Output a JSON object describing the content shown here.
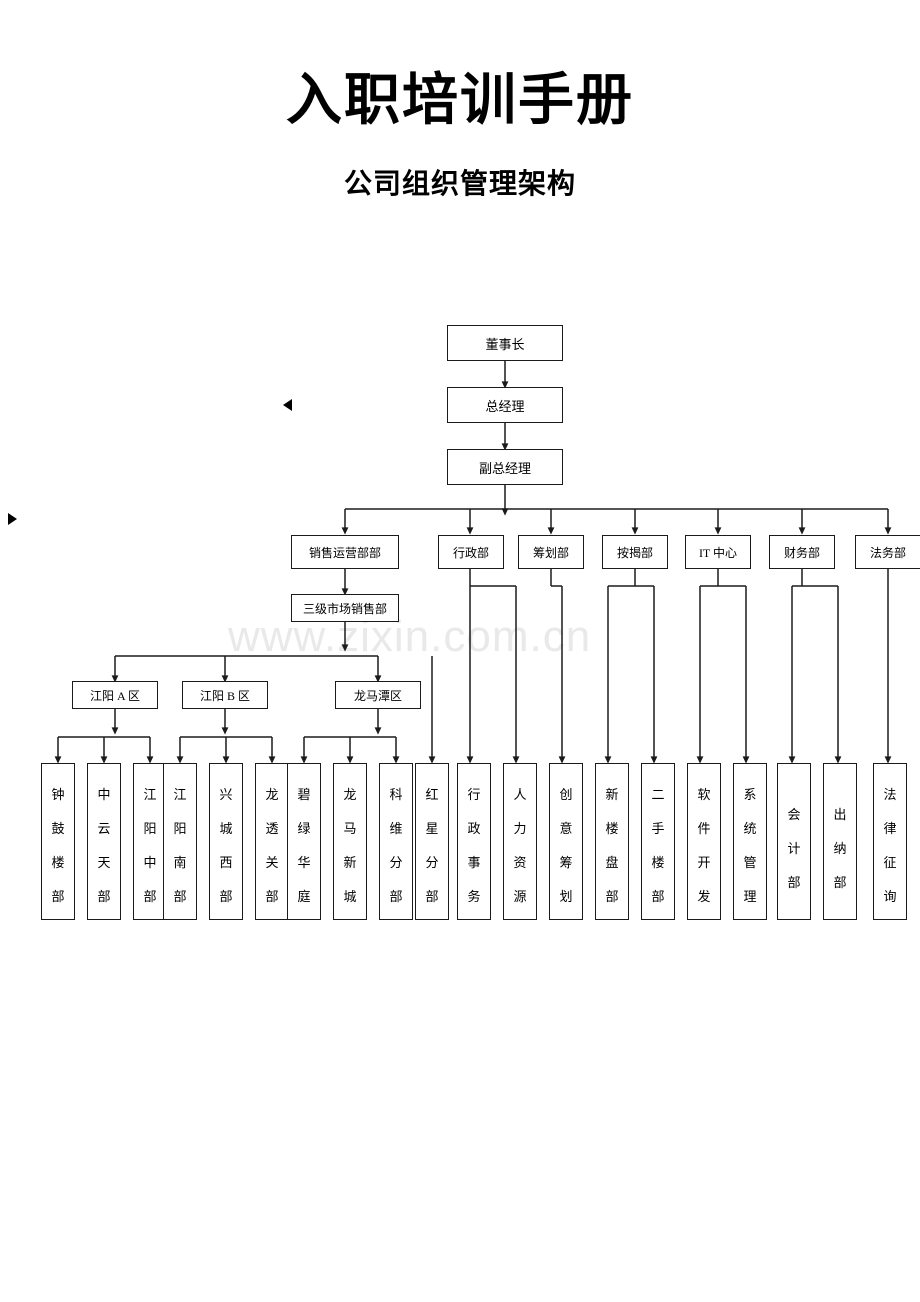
{
  "document": {
    "title": "入职培训手册",
    "subtitle": "公司组织管理架构"
  },
  "watermark": {
    "text": "www.zixin.com.cn",
    "color": "#e9e9ea"
  },
  "chart_data": {
    "type": "diagram",
    "title": "公司组织管理架构",
    "orientation": "top-down",
    "line_color": "#1b1b1b",
    "node_fill": "#ffffff",
    "levels": [
      {
        "name": "executive",
        "labels": [
          "董事长",
          "总经理",
          "副总经理"
        ]
      },
      {
        "name": "departments",
        "labels": [
          "销售运营部部",
          "行政部",
          "筹划部",
          "按揭部",
          "IT 中心",
          "财务部",
          "法务部"
        ]
      },
      {
        "name": "sub-department",
        "labels": [
          "三级市场销售部"
        ]
      },
      {
        "name": "regions",
        "labels": [
          "江阳 A 区",
          "江阳 B 区",
          "龙马潭区"
        ]
      },
      {
        "name": "teams",
        "labels": [
          "钟鼓楼部",
          "中云天部",
          "江阳中部",
          "江阳南部",
          "兴城西部",
          "龙透关部",
          "碧绿华庭",
          "龙马新城",
          "科维分部",
          "红星分部",
          "行政事务",
          "人力资源",
          "创意筹划",
          "新楼盘部",
          "二手楼部",
          "软件开发",
          "系统管理",
          "会计部",
          "出纳部",
          "法律征询"
        ]
      }
    ],
    "nodes": {
      "chairman": "董事长",
      "general_manager": "总经理",
      "deputy_general_manager": "副总经理",
      "departments": [
        {
          "label": "销售运营部部",
          "children": [
            "三级市场销售部"
          ]
        },
        {
          "label": "行政部",
          "children": [
            "行政事务",
            "人力资源"
          ]
        },
        {
          "label": "筹划部",
          "children": [
            "创意筹划"
          ]
        },
        {
          "label": "按揭部",
          "children": [
            "新楼盘部",
            "二手楼部"
          ]
        },
        {
          "label": "IT 中心",
          "children": [
            "软件开发",
            "系统管理"
          ]
        },
        {
          "label": "财务部",
          "children": [
            "会计部",
            "出纳部"
          ]
        },
        {
          "label": "法务部",
          "children": [
            "法律征询"
          ]
        }
      ],
      "tier3_sales": {
        "label": "三级市场销售部",
        "regions": [
          {
            "label": "江阳 A 区",
            "teams": [
              "钟鼓楼部",
              "中云天部",
              "江阳中部"
            ]
          },
          {
            "label": "江阳 B 区",
            "teams": [
              "江阳南部",
              "兴城西部",
              "龙透关部"
            ]
          },
          {
            "label": "龙马潭区",
            "teams": [
              "碧绿华庭",
              "龙马新城",
              "科维分部"
            ]
          }
        ],
        "extra_team": "红星分部"
      }
    },
    "leaf_boxes": [
      {
        "chars": [
          "钟",
          "鼓",
          "楼",
          "部"
        ]
      },
      {
        "chars": [
          "中",
          "云",
          "天",
          "部"
        ]
      },
      {
        "chars": [
          "江",
          "阳",
          "中",
          "部"
        ]
      },
      {
        "chars": [
          "江",
          "阳",
          "南",
          "部"
        ]
      },
      {
        "chars": [
          "兴",
          "城",
          "西",
          "部"
        ]
      },
      {
        "chars": [
          "龙",
          "透",
          "关",
          "部"
        ]
      },
      {
        "chars": [
          "碧",
          "绿",
          "华",
          "庭"
        ]
      },
      {
        "chars": [
          "龙",
          "马",
          "新",
          "城"
        ]
      },
      {
        "chars": [
          "科",
          "维",
          "分",
          "部"
        ]
      },
      {
        "chars": [
          "红",
          "星",
          "分",
          "部"
        ]
      },
      {
        "chars": [
          "行",
          "政",
          "事",
          "务"
        ]
      },
      {
        "chars": [
          "人",
          "力",
          "资",
          "源"
        ]
      },
      {
        "chars": [
          "创",
          "意",
          "筹",
          "划"
        ]
      },
      {
        "chars": [
          "新",
          "楼",
          "盘",
          "部"
        ]
      },
      {
        "chars": [
          "二",
          "手",
          "楼",
          "部"
        ]
      },
      {
        "chars": [
          "软",
          "件",
          "开",
          "发"
        ]
      },
      {
        "chars": [
          "系",
          "统",
          "管",
          "理"
        ]
      },
      {
        "chars": [
          "会",
          "计",
          "部"
        ]
      },
      {
        "chars": [
          "出",
          "纳",
          "部"
        ]
      },
      {
        "chars": [
          "法",
          "律",
          "征",
          "询"
        ]
      }
    ]
  }
}
